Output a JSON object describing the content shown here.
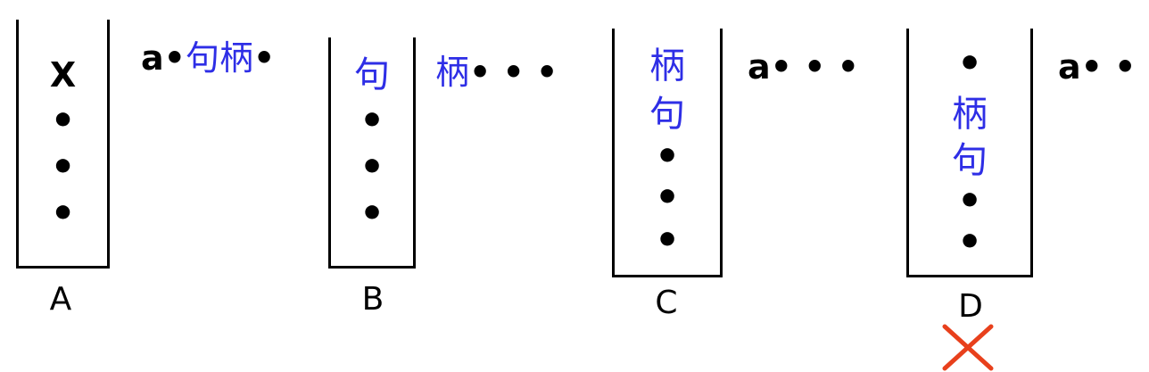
{
  "colors": {
    "nonterminal_text": "#2e2ee6",
    "reject_mark": "#e8401c"
  },
  "panels": [
    {
      "id": "A",
      "label": "A",
      "stack": [
        "X",
        "•",
        "•",
        "•"
      ],
      "input": [
        {
          "text": "a•",
          "color": "black"
        },
        {
          "text": "句柄",
          "color": "blue"
        },
        {
          "text": "•",
          "color": "black"
        }
      ],
      "rejected": false
    },
    {
      "id": "B",
      "label": "B",
      "stack": [
        "句",
        "•",
        "•",
        "•"
      ],
      "input": [
        {
          "text": "柄",
          "color": "blue"
        },
        {
          "text": "• • •",
          "color": "black"
        }
      ],
      "rejected": false
    },
    {
      "id": "C",
      "label": "C",
      "stack": [
        "柄",
        "句",
        "•",
        "•",
        "•"
      ],
      "input": [
        {
          "text": "a• • •",
          "color": "black"
        }
      ],
      "rejected": false
    },
    {
      "id": "D",
      "label": "D",
      "stack": [
        "•",
        "柄",
        "句",
        "•",
        "•"
      ],
      "input": [
        {
          "text": "a• • •",
          "color": "black"
        }
      ],
      "rejected": true,
      "reject_icon": "cross-icon"
    }
  ]
}
